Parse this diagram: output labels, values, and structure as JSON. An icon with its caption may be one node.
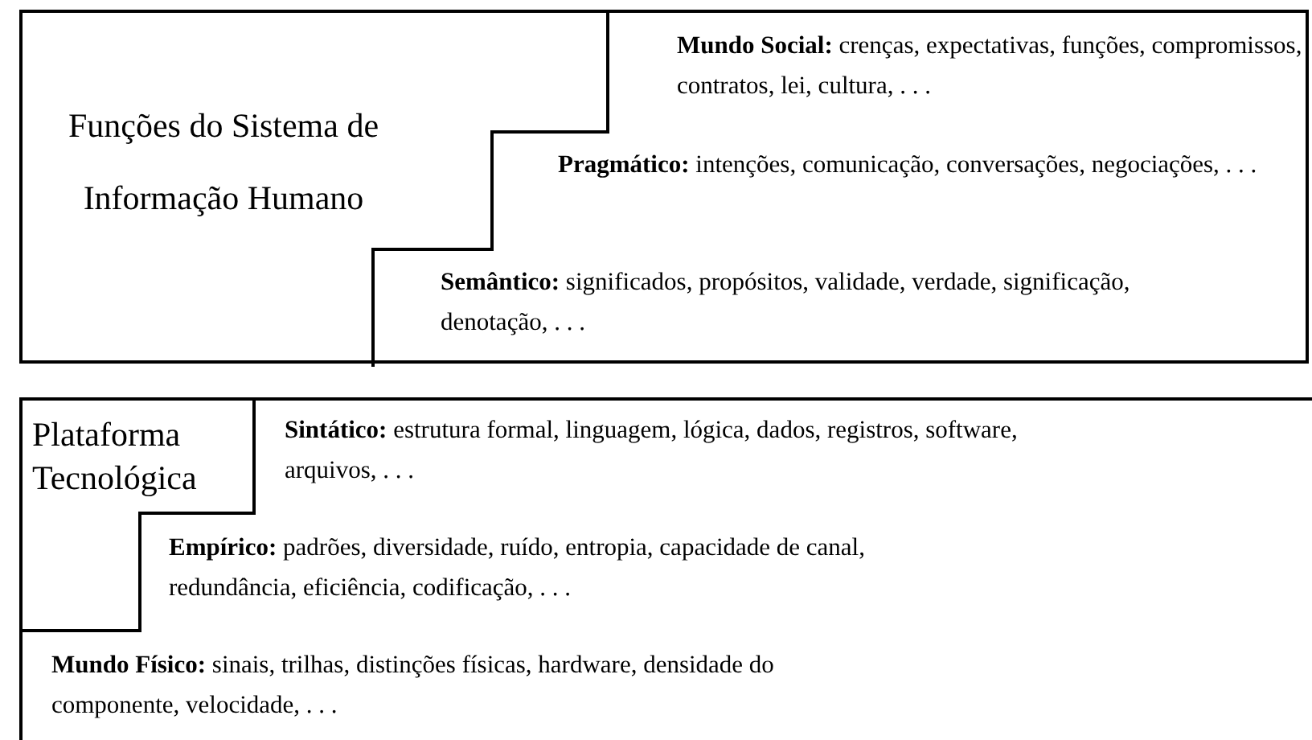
{
  "diagram": {
    "nodes": [
      {
        "text": [
          "Funções do Sistema de Informação Humano"
        ]
      },
      {
        "text": [
          "**Mundo Social:** crenças, expectativas, funções, compromissos, contratos, lei, cultura, . . ."
        ],
        "in": 0
      },
      {
        "text": [
          "**Pragmático:** intenções, comunicação, conversações, negociações, . . ."
        ],
        "in": 0
      },
      {
        "text": [
          "**Semântico:** significados, propósitos, validade, verdade, significação, denotação, . . ."
        ],
        "in": 0
      },
      {
        "text": [
          "Plataforma Tecnológica"
        ]
      },
      {
        "text": [
          "**Sintático:** estrutura formal,  linguagem, lógica, dados, registros, software, arquivos, . . ."
        ],
        "in": 4
      },
      {
        "text": [
          "**Empírico:** padrões, diversidade, ruído, entropia, capacidade de canal, redundância, eficiência, codificação, . . ."
        ],
        "in": 4
      },
      {
        "text": [
          "**Mundo Físico:** sinais, trilhas, distinções físicas, hardware, densidade do componente, velocidade,  . . ."
        ],
        "in": 4
      }
    ]
  }
}
